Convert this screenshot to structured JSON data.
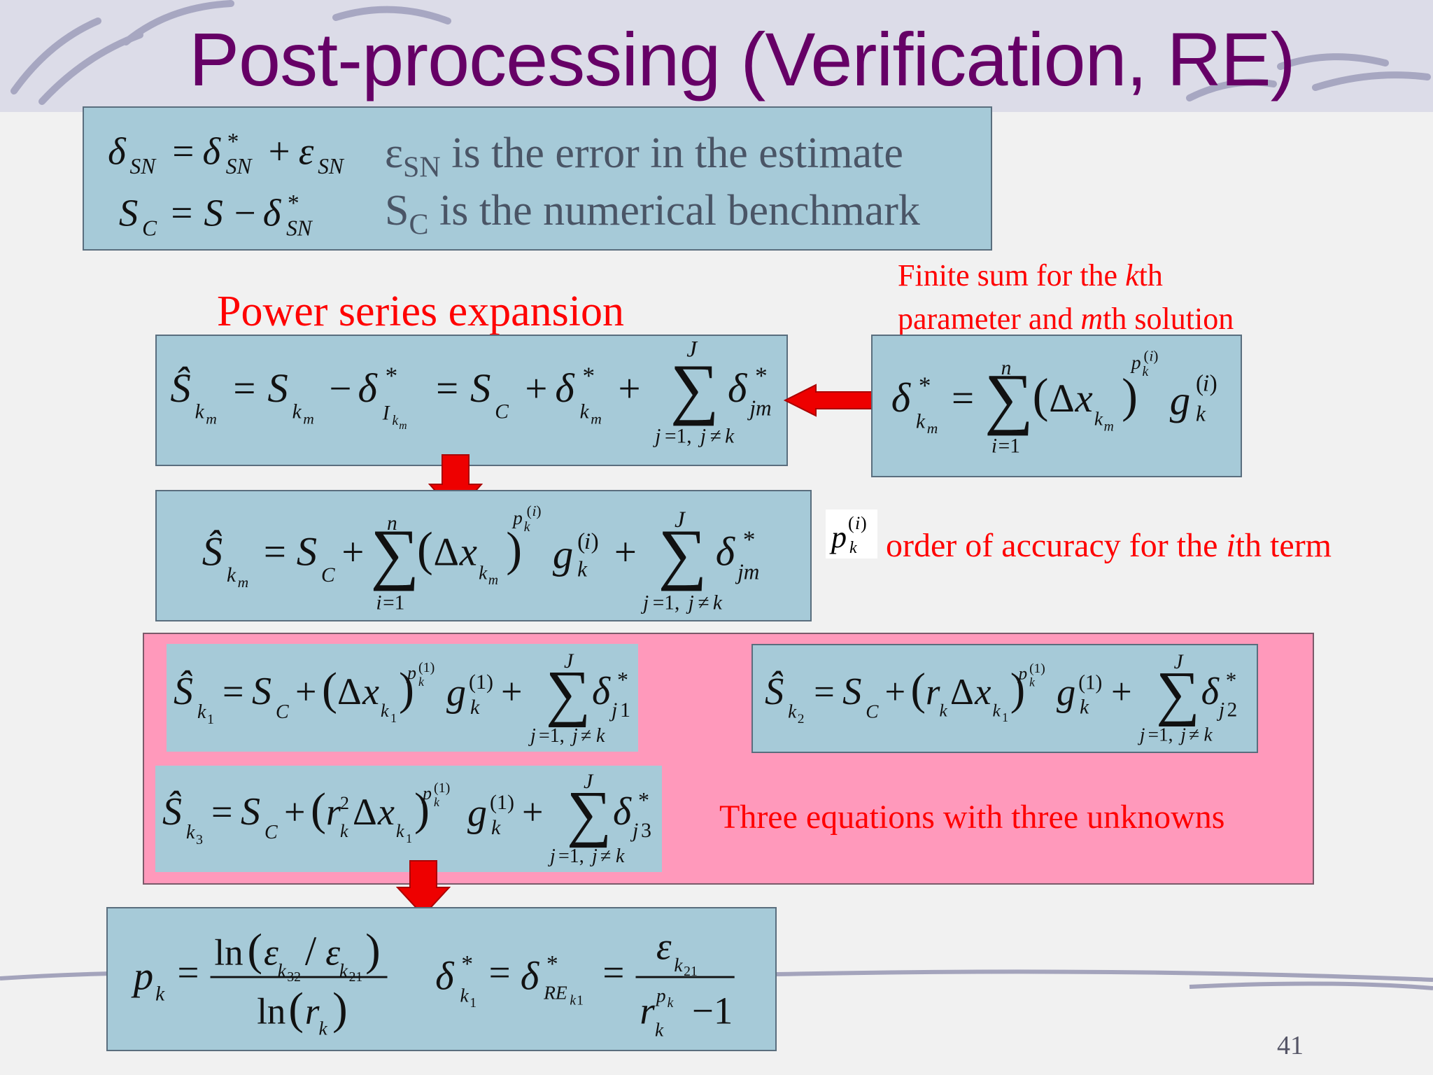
{
  "slide": {
    "title": "Post-processing (Verification, RE)",
    "page_number": "41"
  },
  "definitions": {
    "eps_symbol": "ε",
    "eps_sub": "SN",
    "eps_text": " is the error in the estimate",
    "sc_symbol": "S",
    "sc_sub": "C",
    "sc_text": " is the numerical benchmark"
  },
  "labels": {
    "power_series": "Power series expansion",
    "finite_sum_line1_a": "Finite sum for the ",
    "finite_sum_line1_k": "k",
    "finite_sum_line1_b": "th",
    "finite_sum_line2_a": "parameter and ",
    "finite_sum_line2_m": "m",
    "finite_sum_line2_b": "th solution",
    "order_a": "order of accuracy for the ",
    "order_i": "i",
    "order_b": "th term",
    "three_eq": "Three equations with three unknowns"
  },
  "colors": {
    "title": "#660066",
    "teal_box": "#a6cad8",
    "pink_box": "#ff99bb",
    "arrow": "#ee0000",
    "red_text": "#ff0000"
  },
  "icons": {
    "arrow_left": "red-left-arrow",
    "arrow_down": "red-down-arrow"
  }
}
